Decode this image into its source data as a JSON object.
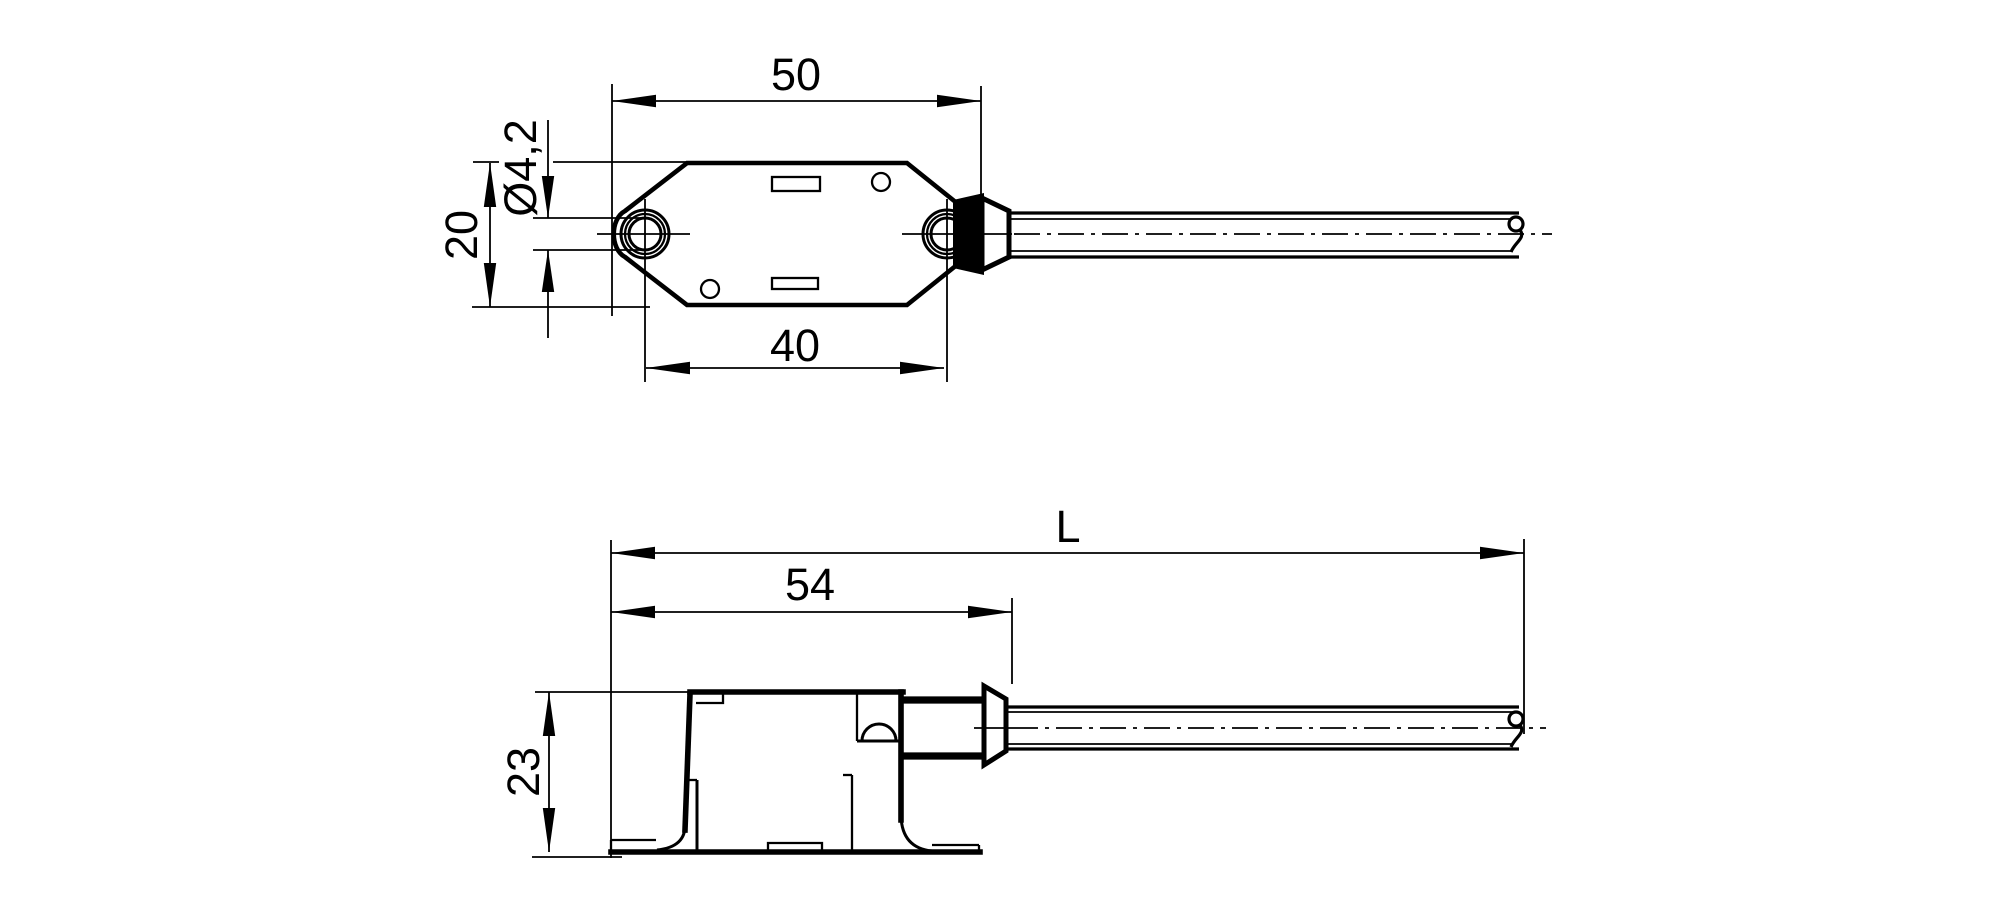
{
  "drawing": {
    "type": "technical-dimension-drawing",
    "colors": {
      "background": "#ffffff",
      "line": "#000000"
    },
    "top_view": {
      "name": "top view (plan) of sensor housing with cable",
      "dimensions": {
        "body_width": "50",
        "hole_spacing": "40",
        "body_height": "20",
        "hole_diameter": "Ø4,2"
      }
    },
    "side_view": {
      "name": "side view of sensor housing with cable",
      "dimensions": {
        "total_length": "L",
        "body_length": "54",
        "body_height": "23"
      }
    }
  }
}
